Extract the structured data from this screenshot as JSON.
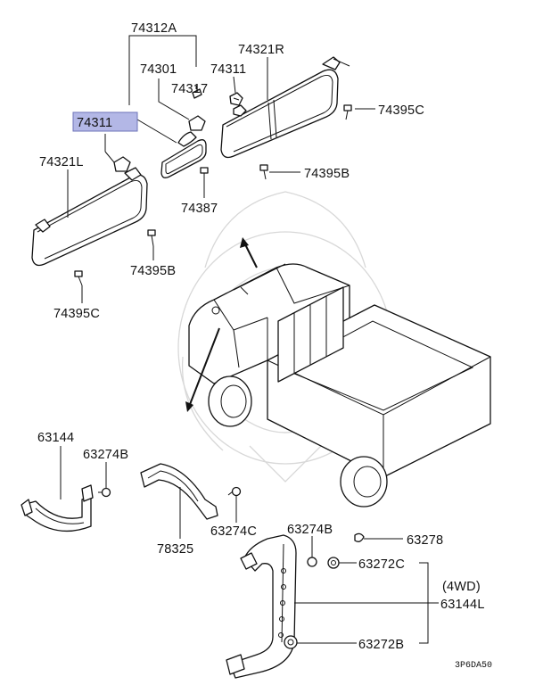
{
  "diagram_code": "3P6DA50",
  "highlight_color": "#b3b7e6",
  "callouts": {
    "c74312A": "74312A",
    "c74301": "74301",
    "c74317": "74317",
    "c74311_top": "74311",
    "c74311_left": "74311",
    "c74321R": "74321R",
    "c74395C_right": "74395C",
    "c74321L": "74321L",
    "c74395B_right": "74395B",
    "c74387": "74387",
    "c74395B_left": "74395B",
    "c74395C_left": "74395C",
    "c63144": "63144",
    "c63274B_left": "63274B",
    "c78325": "78325",
    "c63274C": "63274C",
    "c63274B_right": "63274B",
    "c63278": "63278",
    "c63272C": "63272C",
    "c4WD": "(4WD)",
    "c63144L": "63144L",
    "c63272B": "63272B"
  }
}
